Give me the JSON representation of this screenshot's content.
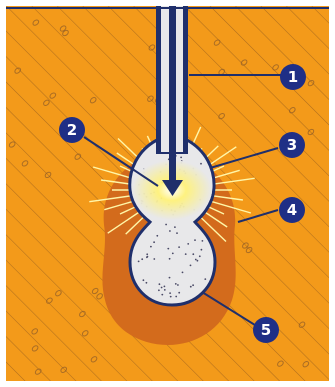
{
  "colors": {
    "soil": "#f39a1a",
    "soil_hatch": "#7a4a1e",
    "soil_pebble": "#8a5a2a",
    "outline": "#1f2f6b",
    "grout": "#e8e8ea",
    "grout_speckle": "#4a4a66",
    "compacted_zone": "#d36b1c",
    "blast_glow": "#fff27a",
    "ray": "#fff6a8",
    "callout_fill": "#1f2f86",
    "callout_text": "#ffffff",
    "background": "#ffffff"
  },
  "callouts": [
    {
      "id": "1",
      "label": "1",
      "part": "injection-pipe"
    },
    {
      "id": "2",
      "label": "2",
      "part": "blast-point"
    },
    {
      "id": "3",
      "label": "3",
      "part": "expanded-bulb"
    },
    {
      "id": "4",
      "label": "4",
      "part": "compacted-soil-zone"
    },
    {
      "id": "5",
      "label": "5",
      "part": "grout-filled-cavity"
    }
  ]
}
